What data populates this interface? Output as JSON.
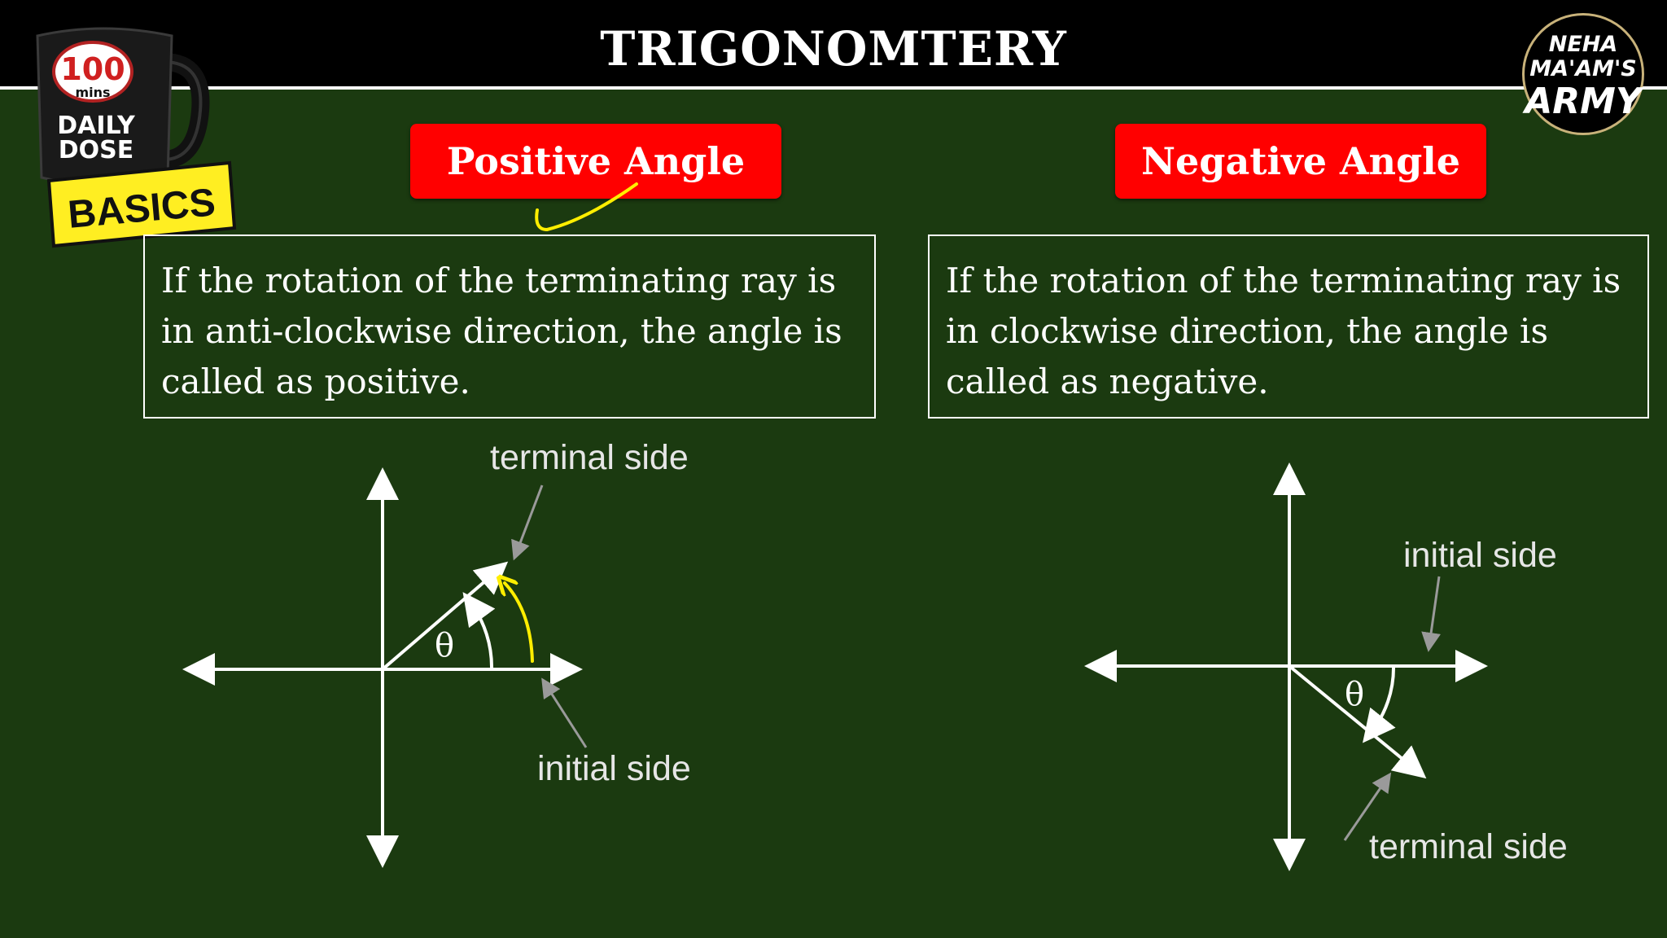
{
  "header": {
    "title": "TRIGONOMTERY"
  },
  "logo": {
    "number": "100",
    "unit": "mins",
    "line1": "DAILY",
    "line2": "DOSE",
    "banner": "BASICS"
  },
  "badge": {
    "line1": "NEHA",
    "line2": "MA'AM'S",
    "line3": "ARMY"
  },
  "positive": {
    "heading": "Positive Angle",
    "definition": "If the rotation of the terminating ray is in anti-clockwise direction, the angle is called as positive.",
    "terminal_label": "terminal side",
    "initial_label": "initial side",
    "angle_symbol": "θ"
  },
  "negative": {
    "heading": "Negative Angle",
    "definition": "If the rotation of the terminating ray is in clockwise direction, the angle is called as negative.",
    "terminal_label": "terminal side",
    "initial_label": "initial side",
    "angle_symbol": "θ"
  },
  "colors": {
    "background": "#1b3a10",
    "header": "#000000",
    "heading_box": "#ff0000",
    "annotation": "#ffff00",
    "pointer": "#9a9a9a"
  }
}
